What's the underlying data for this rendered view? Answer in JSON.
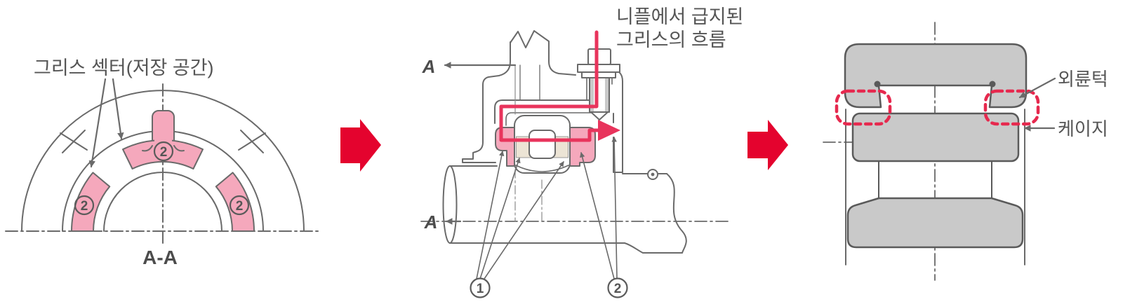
{
  "colors": {
    "line_gray": "#6a6a6a",
    "dark_gray_stroke": "#5a5a5a",
    "text_gray": "#555555",
    "pink_fill": "#f5a8bc",
    "cream_fill": "#ece4d5",
    "gray_fill": "#c9c9c9",
    "red_block_arrow": "#e4032e",
    "red_flow_line": "#e8345c",
    "red_dashed_highlight": "#e6294e"
  },
  "left_diagram": {
    "title": "그리스 섹터(저장 공간)",
    "section_name": "A-A",
    "sector_marker": "2"
  },
  "middle_diagram": {
    "grease_flow_note_line1": "니플에서 급지된",
    "grease_flow_note_line2": "그리스의 흐름",
    "section_letter": "A",
    "callout_1": "1",
    "callout_2": "2"
  },
  "right_diagram": {
    "outer_ring_rib_label": "외륜턱",
    "cage_label": "케이지"
  }
}
